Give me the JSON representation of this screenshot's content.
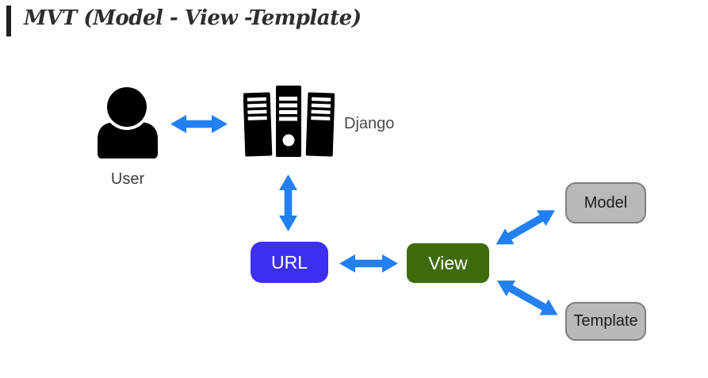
{
  "header": {
    "title": "MVT (Model - View -Template)"
  },
  "diagram": {
    "nodes": {
      "user": {
        "label": "User",
        "icon": "user-icon"
      },
      "django": {
        "label": "Django",
        "icon": "server-icon"
      },
      "url": {
        "label": "URL"
      },
      "view": {
        "label": "View"
      },
      "model": {
        "label": "Model"
      },
      "template": {
        "label": "Template"
      }
    },
    "connections": [
      {
        "from": "User",
        "to": "Django",
        "style": "bidirectional-arrow"
      },
      {
        "from": "Django",
        "to": "URL",
        "style": "bidirectional-arrow"
      },
      {
        "from": "URL",
        "to": "View",
        "style": "bidirectional-arrow"
      },
      {
        "from": "View",
        "to": "Model",
        "style": "bidirectional-arrow"
      },
      {
        "from": "View",
        "to": "Template",
        "style": "bidirectional-arrow"
      }
    ]
  },
  "colors": {
    "background": "#ffffff",
    "title_text": "#2e2e30",
    "accent_bar": "#1f1f1f",
    "arrow_blue": "#2380f2",
    "url_box_fill": "#3c2ff2",
    "view_box_fill": "#3e6b0c",
    "gray_box_fill": "#b9b9b9",
    "gray_box_border": "#7f7f7f",
    "icon_fill": "#000000",
    "caption_text": "#3d3d3d"
  }
}
